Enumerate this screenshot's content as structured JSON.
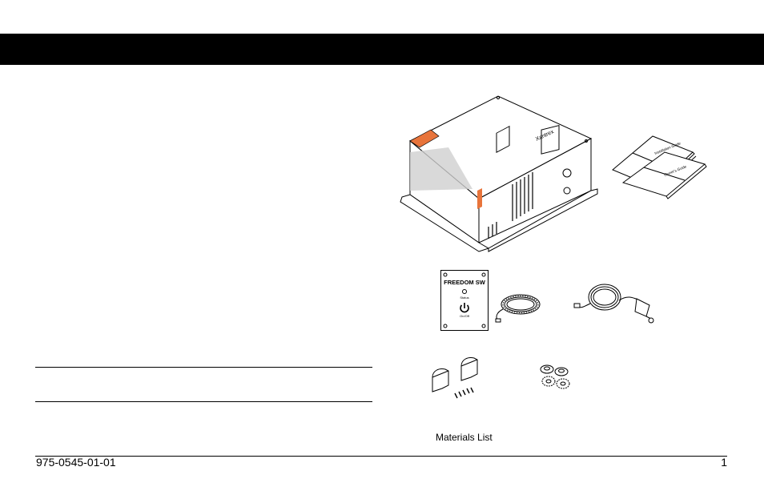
{
  "figure": {
    "caption": "Materials List",
    "inverter_brand": "Xantrex",
    "remote_panel": {
      "title": "FREEDOM SW",
      "status_label": "Status",
      "power_label": "On/Off"
    },
    "manuals": {
      "top_label": "Installation Guide",
      "bottom_label": "Owner's Guide"
    }
  },
  "footer": {
    "doc_number": "975-0545-01-01",
    "page_number": "1"
  }
}
